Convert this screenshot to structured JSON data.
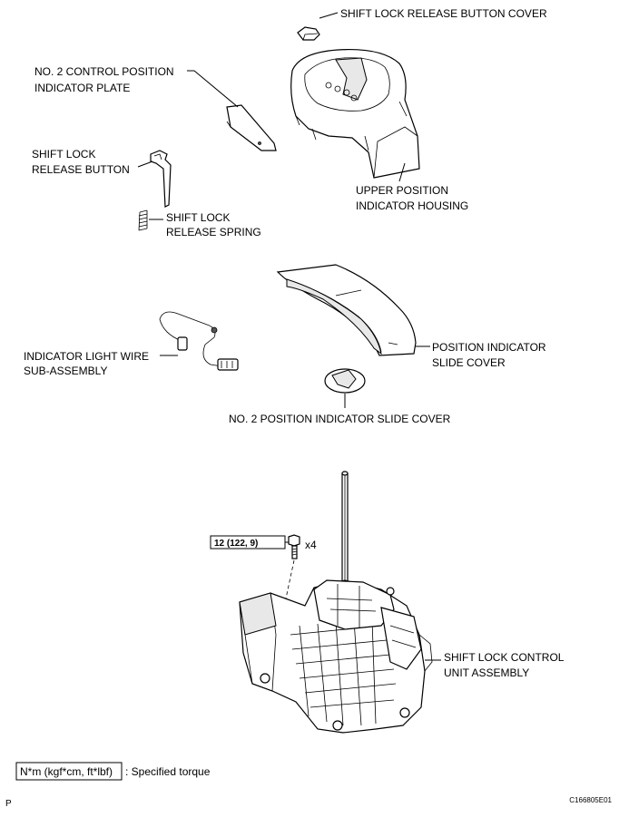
{
  "labels": {
    "shift_lock_release_button_cover": "SHIFT LOCK RELEASE BUTTON COVER",
    "no2_control_position_indicator_plate_line1": "NO. 2 CONTROL POSITION",
    "no2_control_position_indicator_plate_line2": "INDICATOR PLATE",
    "shift_lock_release_button_line1": "SHIFT LOCK",
    "shift_lock_release_button_line2": "RELEASE BUTTON",
    "upper_position_indicator_housing_line1": "UPPER POSITION",
    "upper_position_indicator_housing_line2": "INDICATOR HOUSING",
    "shift_lock_release_spring_line1": "SHIFT LOCK",
    "shift_lock_release_spring_line2": "RELEASE SPRING",
    "position_indicator_slide_cover_line1": "POSITION INDICATOR",
    "position_indicator_slide_cover_line2": "SLIDE COVER",
    "indicator_light_wire_line1": "INDICATOR LIGHT WIRE",
    "indicator_light_wire_line2": "SUB-ASSEMBLY",
    "no2_position_indicator_slide_cover": "NO. 2 POSITION INDICATOR SLIDE COVER",
    "shift_lock_control_unit_line1": "SHIFT LOCK CONTROL",
    "shift_lock_control_unit_line2": "UNIT ASSEMBLY"
  },
  "torque": {
    "value": "12 (122, 9)",
    "quantity": "x4"
  },
  "legend": {
    "units": "N*m (kgf*cm, ft*lbf)",
    "description": ": Specified torque"
  },
  "footer": {
    "left_mark": "P",
    "figure_id": "C166805E01"
  }
}
